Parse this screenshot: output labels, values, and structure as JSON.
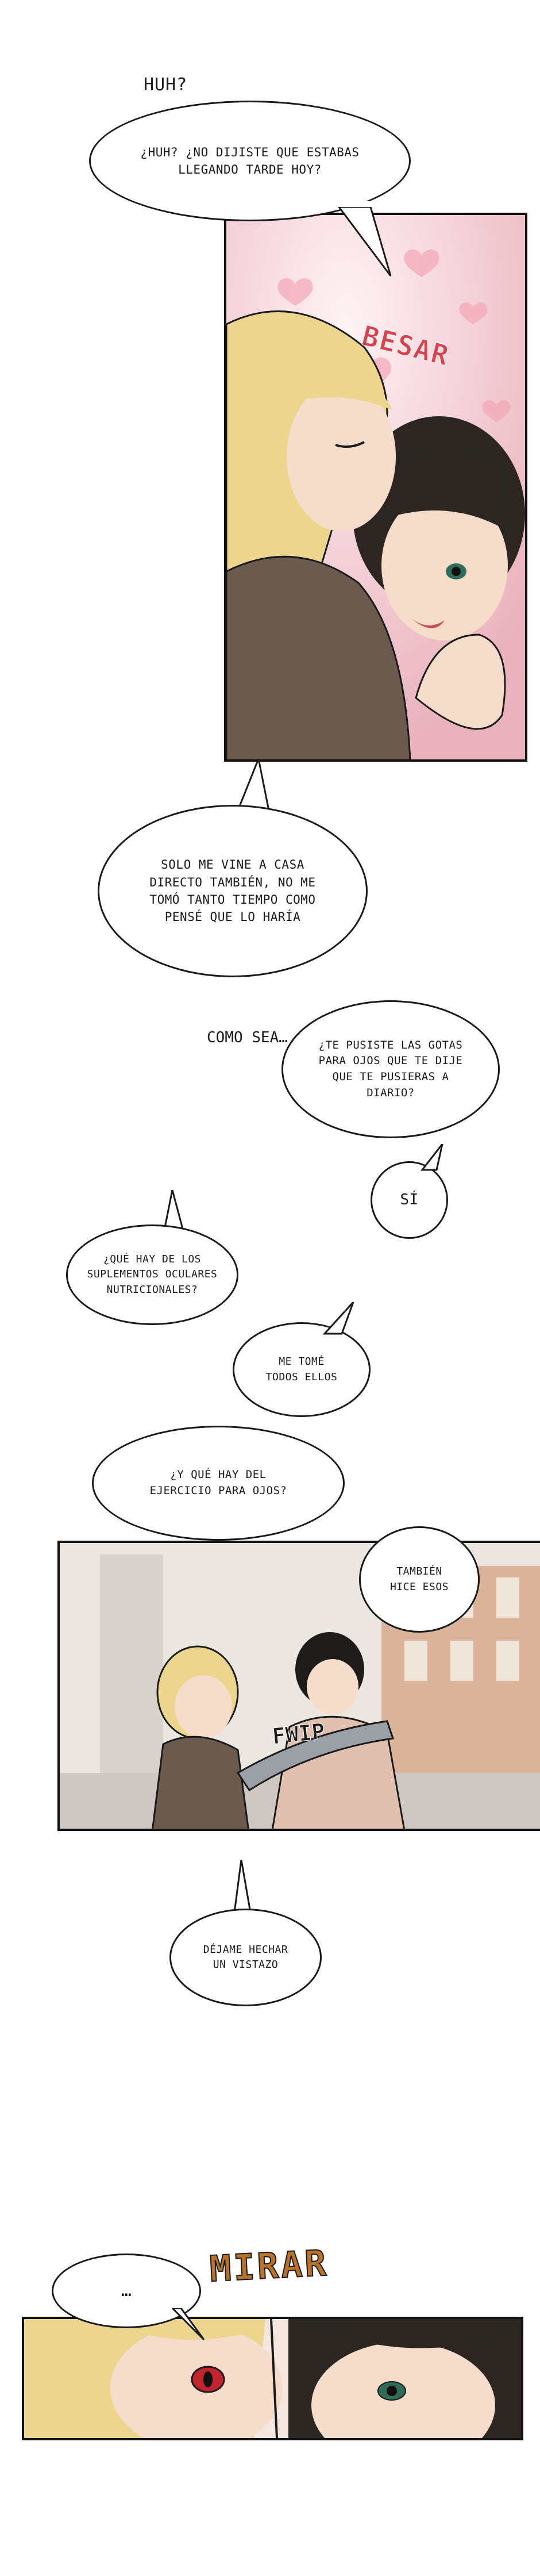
{
  "page": {
    "background": "#ffffff"
  },
  "caption_huh": "HUH?",
  "bubble1": "¿HUH? ¿NO DIJISTE QUE ESTABAS\nLLEGANDO TARDE HOY?",
  "sfx_kiss": "BESAR",
  "bubble2": "SOLO ME VINE A CASA\nDIRECTO  TAMBIÉN, NO ME\nTOMÓ TANTO TIEMPO COMO\nPENSÉ QUE LO HARÍA",
  "caption_como": "COMO SEA…",
  "bubble3": "¿TE PUSISTE LAS GOTAS\nPARA OJOS QUE TE DIJE\nQUE TE PUSIERAS A\nDIARIO?",
  "bubble4": "SÍ",
  "bubble5": "¿QUÉ HAY DE LOS\nSUPLEMENTOS OCULARES\nNUTRICIONALES?",
  "bubble6": "ME TOMÉ\nTODOS ELLOS",
  "bubble7": "¿Y QUÉ HAY DEL\nEJERCICIO PARA OJOS?",
  "bubble8": "TAMBIÉN\nHICE ESOS",
  "sfx_fwip": "FWIP",
  "bubble9": "DÉJAME HECHAR\nUN VISTAZO",
  "bubble10": "…",
  "sfx_mirar": "MIRAR",
  "colors": {
    "ink": "#1a1a1a",
    "pink_bg": "#f7d6dc",
    "sfx_red": "#d9424c",
    "sfx_orange": "#b8722a",
    "hair_blond": "#ecd58c",
    "hair_dark": "#2b2622",
    "coat": "#6b5a4e",
    "skin": "#f6dccb",
    "eye_red": "#c0242c"
  }
}
